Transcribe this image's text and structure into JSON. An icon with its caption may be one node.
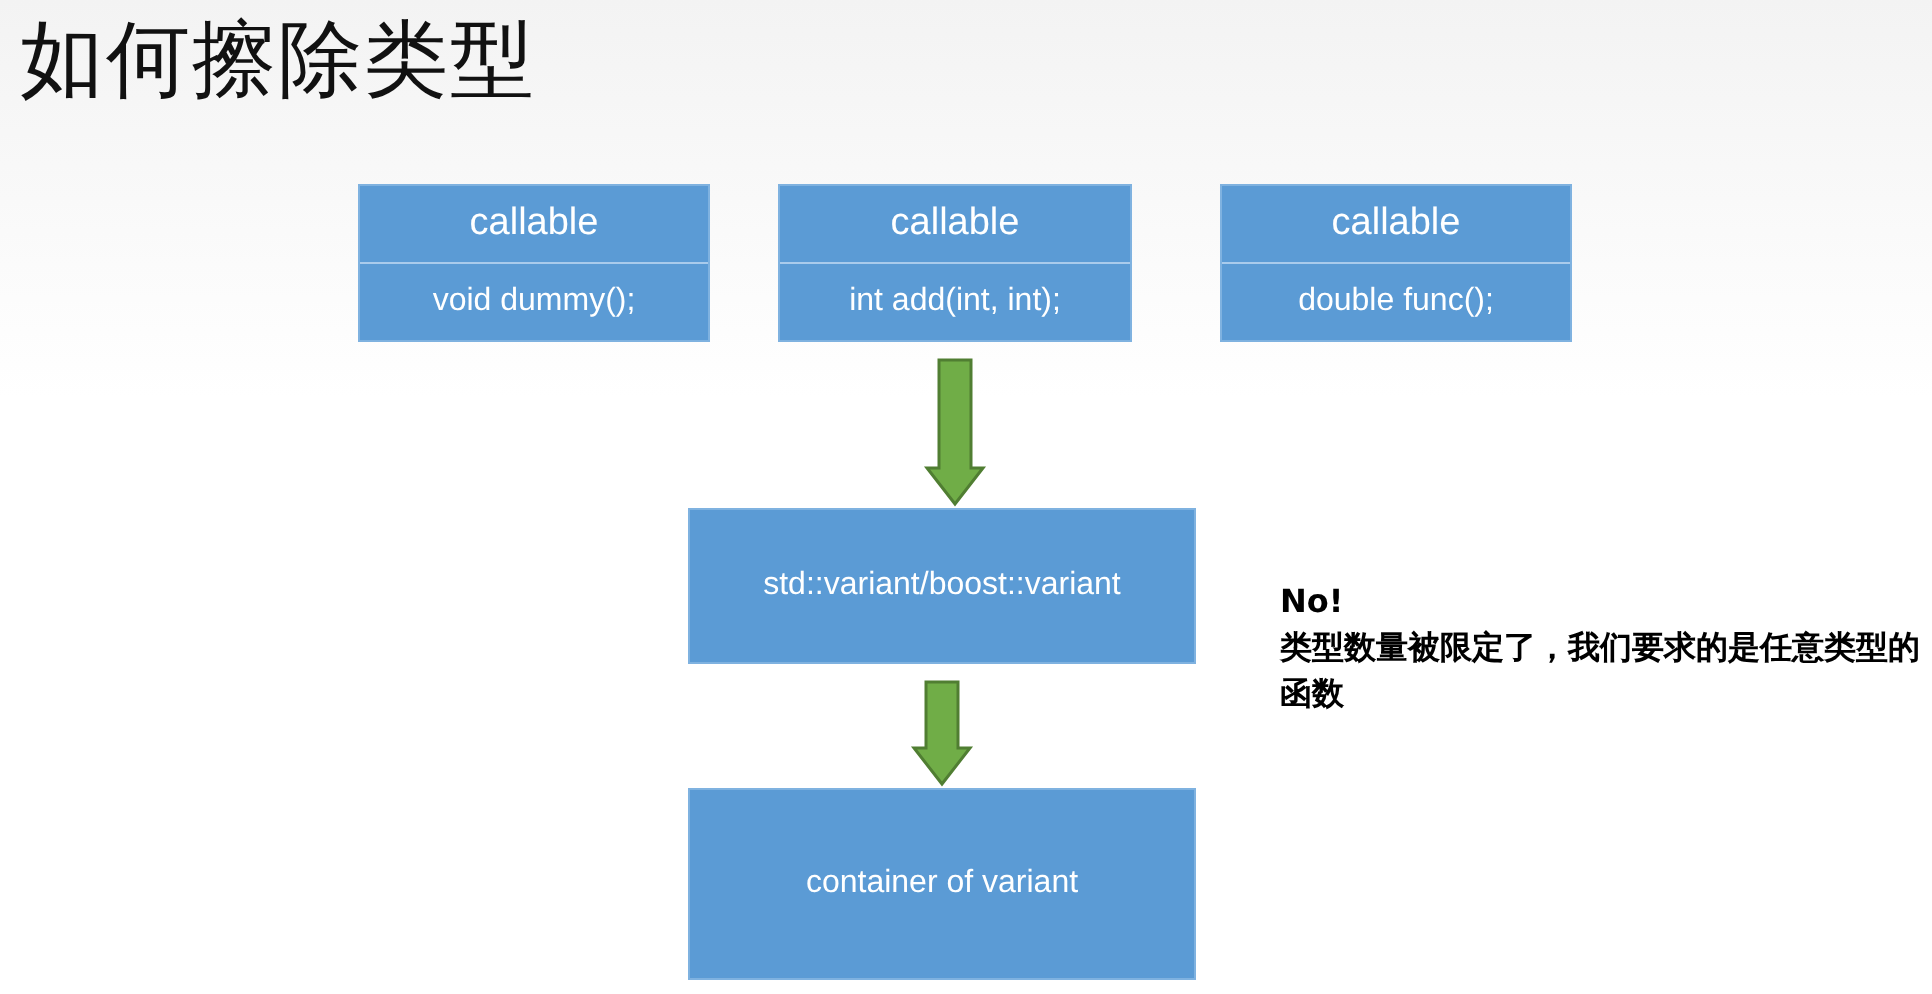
{
  "diagram": {
    "title": "如何擦除类型",
    "nodes": [
      {
        "text": [
          "callable",
          "void dummy();"
        ]
      },
      {
        "text": [
          "callable",
          "int add(int, int);"
        ]
      },
      {
        "text": [
          "callable",
          "double func();"
        ]
      },
      {
        "text": [
          "std::variant/boost::variant"
        ]
      },
      {
        "text": [
          "container of variant"
        ]
      }
    ],
    "edges": [
      {
        "from": 1,
        "to": 3,
        "arrow": "to"
      },
      {
        "from": 3,
        "to": 4,
        "arrow": "to"
      }
    ],
    "labels": [
      "No!",
      "类型数量被限定了，我们要求的是任意类型的函数"
    ]
  }
}
